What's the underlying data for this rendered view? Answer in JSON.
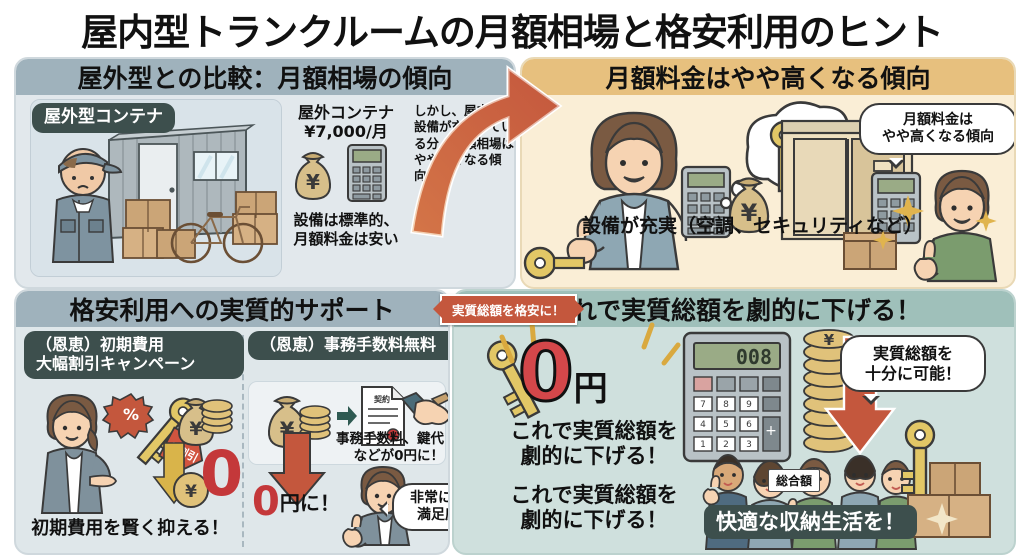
{
  "title": "屋内型トランクルームの月額相場と格安利用のヒント",
  "panels": {
    "top_left": {
      "header": "屋外型との比較：月額相場の傾向",
      "scene_tag": "屋外型コンテナ",
      "price_label": "屋外コンテナ\n¥7,000/月",
      "price_line1": "屋外コンテナ",
      "price_line2": "¥7,000/月",
      "sub_line1": "設備は標準的、",
      "sub_line2": "月額料金は安い",
      "note": "しかし、屋内型は設備が充実している分、月額相場はやや高くなる傾向。",
      "icons": [
        "money-bag-yen-icon",
        "calculator-icon",
        "container-icon",
        "worker-icon",
        "bicycle-icon",
        "cardboard-box-icon"
      ]
    },
    "top_right": {
      "header": "月額料金はやや高くなる傾向",
      "caption": "設備が充実（空調、セキュリティなど）",
      "bubble_line1": "月額料金は",
      "bubble_line2": "やや高くなる傾向",
      "icons": [
        "woman-thumbs-up-icon",
        "calculator-icon",
        "key-icon",
        "thought-bubble-icon",
        "money-bag-yen-icon",
        "indoor-locker-icon",
        "man-pointing-icon",
        "sparkle-icon"
      ]
    },
    "bottom_left": {
      "header": "格安利用への実質的サポート",
      "card1": {
        "title_line1": "（恩恵）初期費用",
        "title_line2": "大幅割引キャンペーン",
        "caption": "初期費用を賢く抑える！",
        "icons": [
          "woman-presenting-icon",
          "percent-badge-icon",
          "key-icon",
          "discount-tag-icon",
          "money-bag-yen-icon",
          "coin-stack-icon",
          "down-arrow-icon",
          "zero-icon"
        ],
        "tag_text": "割引",
        "percent_text": "%",
        "zero_text": "0"
      },
      "card2": {
        "title": "（恩恵）事務手数料無料",
        "text_line1": "事務手数料、鍵代",
        "text_line2": "などが0円に！",
        "zero_value": "0",
        "zero_suffix": "円に！",
        "contract_label": "契約",
        "bubble_line1": "非常に高い",
        "bubble_line2": "満足度！",
        "icons": [
          "money-bag-yen-icon",
          "coin-stack-icon",
          "contract-document-icon",
          "handshake-icon",
          "down-arrow-icon",
          "woman-thumbs-up-icon"
        ]
      }
    },
    "bottom_right": {
      "header": "これで実質総額を劇的に下げる！",
      "zero_value": "0",
      "zero_suffix": "円",
      "caption1_line1": "これで実質総額を",
      "caption1_line2": "劇的に下げる！",
      "caption2_line1": "これで実質総額を",
      "caption2_line2": "劇的に下げる！",
      "bubble_line1": "実質総額を",
      "bubble_line2": "十分に可能！",
      "calculator_display": "008",
      "sign_text": "総合額",
      "banner": "快適な収納生活を！",
      "icons": [
        "key-icon",
        "calculator-icon",
        "coin-stack-icon",
        "down-arrow-icon",
        "people-group-icon",
        "cardboard-box-icon",
        "sparkle-icon"
      ]
    }
  },
  "ribbon_badge": "実質総額を格安に！",
  "colors": {
    "title_text": "#111111",
    "panel_header_blue_gray": "#9fb2bc",
    "panel_header_orange": "#e7c07e",
    "panel_header_teal": "#9fc0ba",
    "accent_red": "#c4383a",
    "accent_orange": "#c4573d",
    "pill_dark": "#3d4f4d",
    "gold": "#d9b44a"
  }
}
